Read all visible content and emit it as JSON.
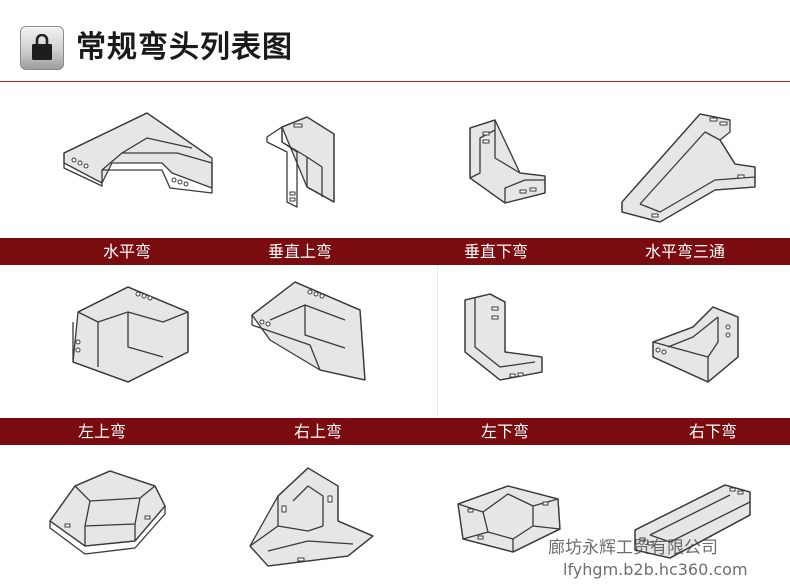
{
  "page": {
    "title": "常规弯头列表图"
  },
  "header": {
    "icon": "shopping-bag-icon",
    "accent": "#7a0b0f"
  },
  "rows": [
    {
      "labels": [
        "水平弯",
        "垂直上弯",
        "垂直下弯",
        "水平弯三通"
      ]
    },
    {
      "labels": [
        "左上弯",
        "右上弯",
        "左下弯",
        "右下弯"
      ]
    },
    {
      "labels": []
    }
  ],
  "watermark": {
    "company": "廊坊永辉工贸有限公司",
    "url": "lfyhgm.b2b.hc360.com"
  }
}
